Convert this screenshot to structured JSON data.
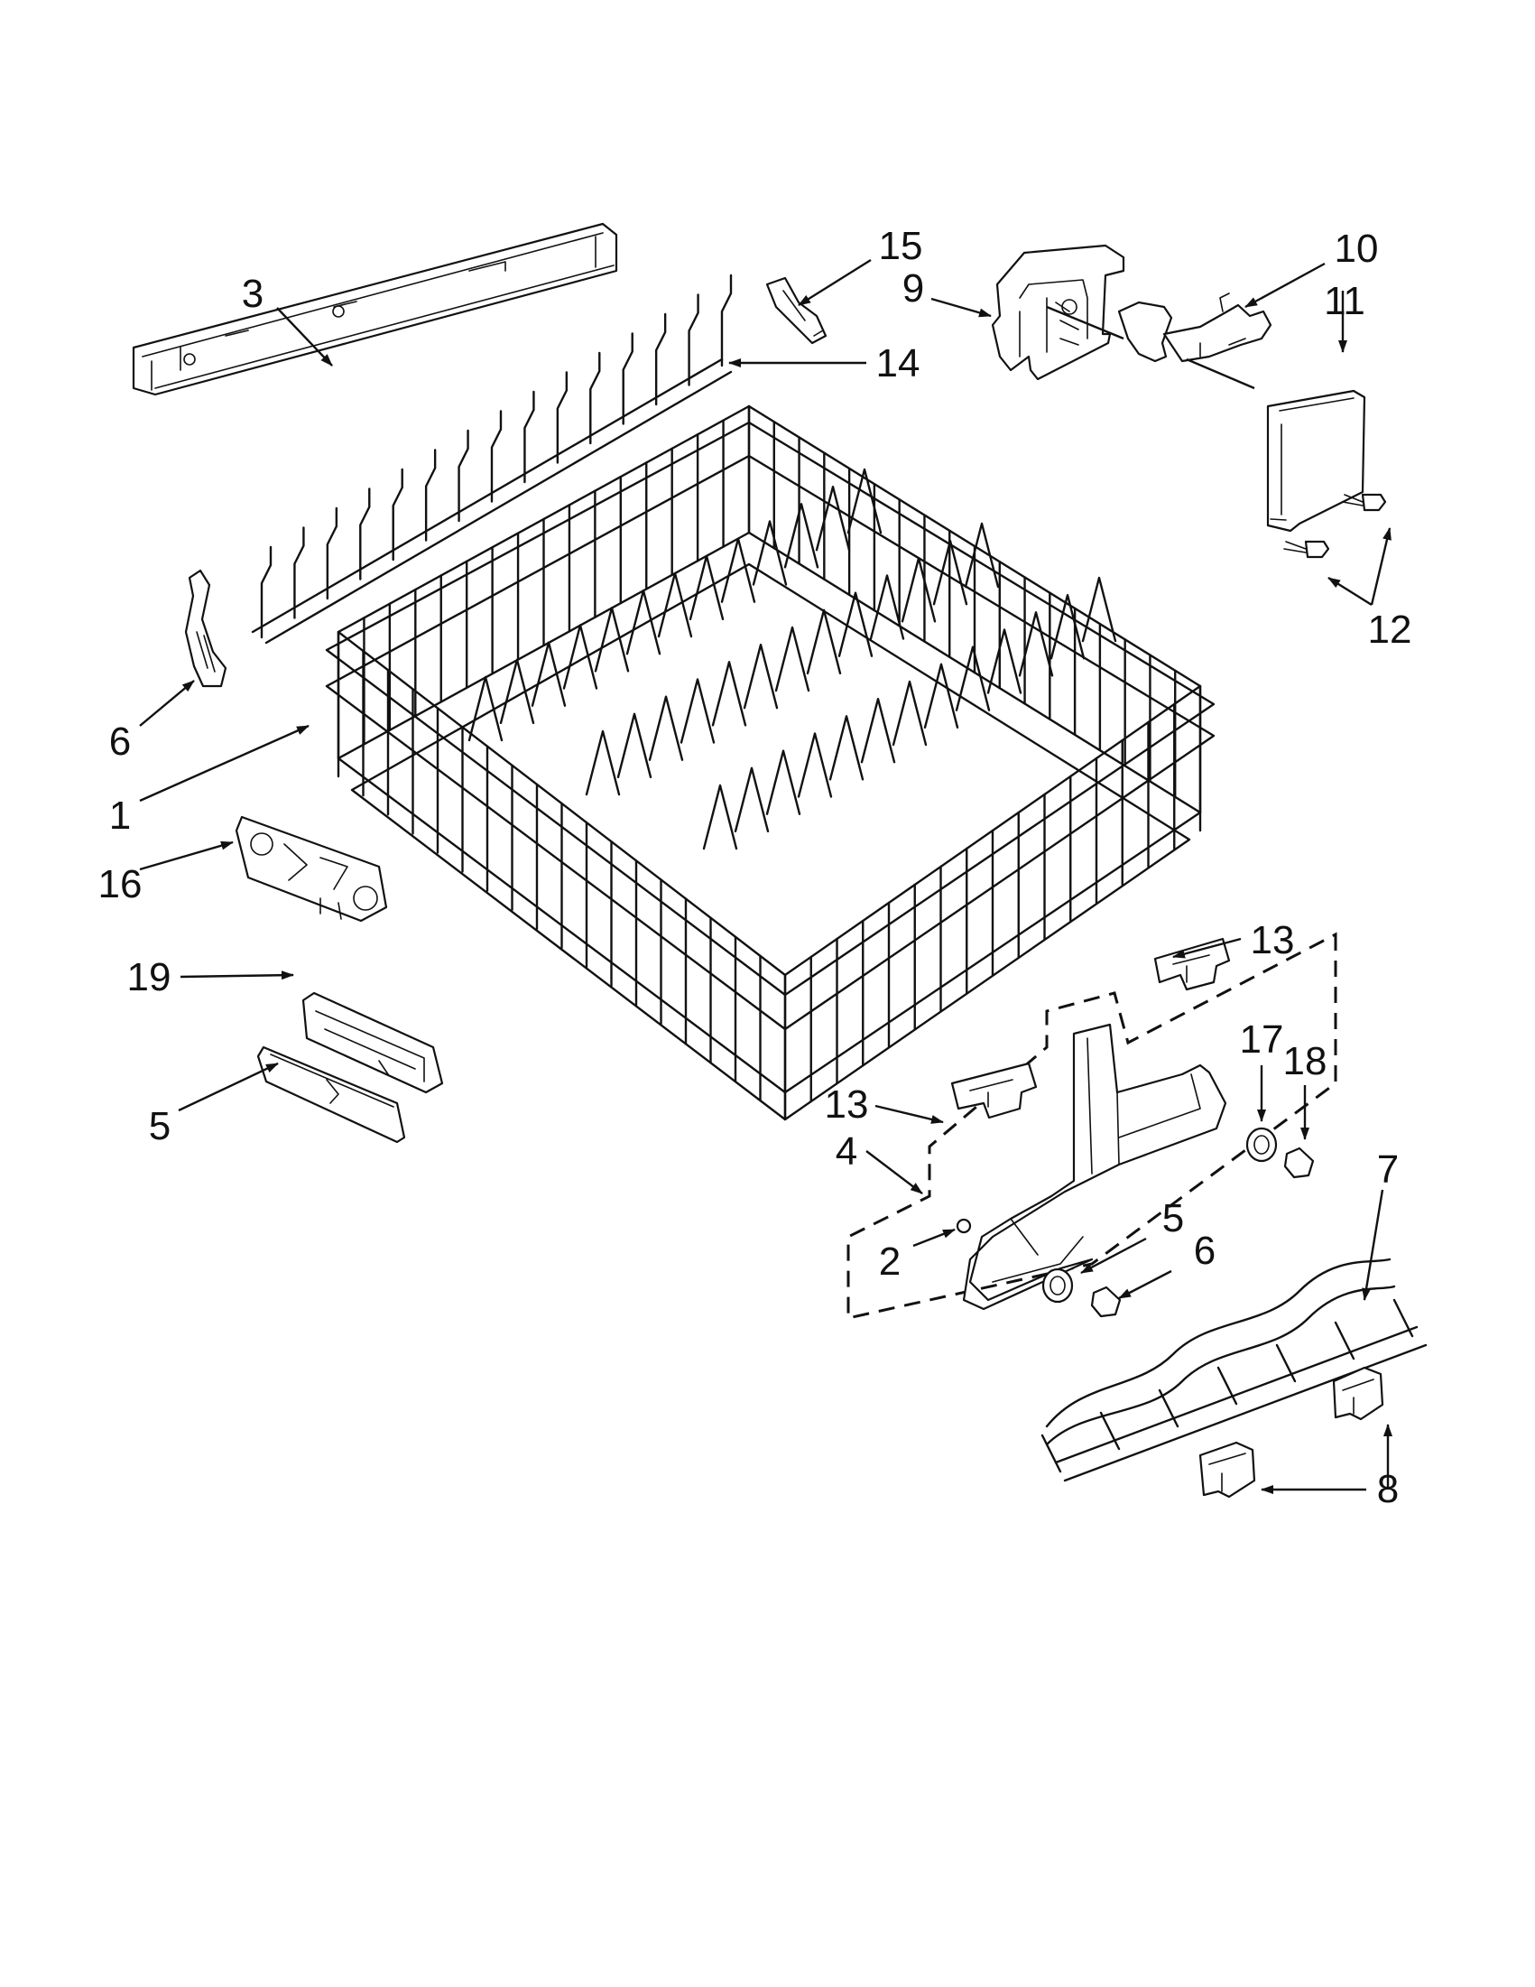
{
  "callouts": {
    "c1": "1",
    "c2": "2",
    "c3": "3",
    "c4": "4",
    "c5_left": "5",
    "c5_right": "5",
    "c6_left": "6",
    "c6_right": "6",
    "c7": "7",
    "c8": "8",
    "c9": "9",
    "c10": "10",
    "c11": "11",
    "c12": "12",
    "c13_top": "13",
    "c13_left": "13",
    "c14": "14",
    "c15": "15",
    "c16": "16",
    "c17": "17",
    "c18": "18",
    "c19": "19"
  }
}
